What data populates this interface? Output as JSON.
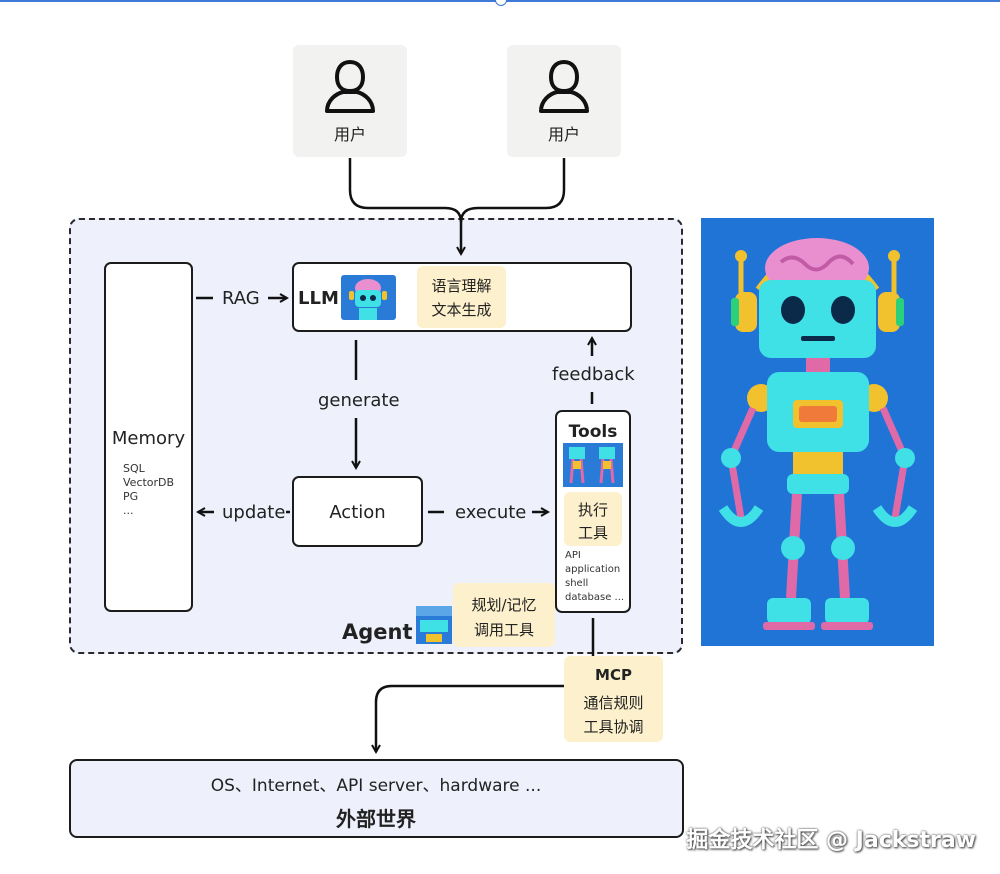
{
  "users": [
    {
      "label": "用户"
    },
    {
      "label": "用户"
    }
  ],
  "llm": {
    "title": "LLM",
    "tag_line1": "语言理解",
    "tag_line2": "文本生成"
  },
  "memory": {
    "title": "Memory",
    "items": [
      "SQL",
      "VectorDB",
      "PG",
      "..."
    ]
  },
  "flow": {
    "rag": "RAG",
    "generate": "generate",
    "feedback": "feedback",
    "update": "update",
    "execute": "execute"
  },
  "action": {
    "label": "Action"
  },
  "tools": {
    "title": "Tools",
    "tag_line1": "执行",
    "tag_line2": "工具",
    "items": [
      "API",
      "application",
      "shell",
      "database ..."
    ]
  },
  "agent": {
    "title": "Agent",
    "tag_line1": "规划/记忆",
    "tag_line2": "调用工具"
  },
  "mcp": {
    "title": "MCP",
    "line1": "通信规则",
    "line2": "工具协调"
  },
  "outer": {
    "line1": "OS、Internet、API server、hardware ...",
    "title": "外部世界"
  },
  "watermark": "掘金技术社区 @ Jackstraw",
  "colors": {
    "agent_bg": "#eef1fb",
    "tag_bg": "#fdf0cc",
    "robot_bg": "#1f74d6"
  }
}
